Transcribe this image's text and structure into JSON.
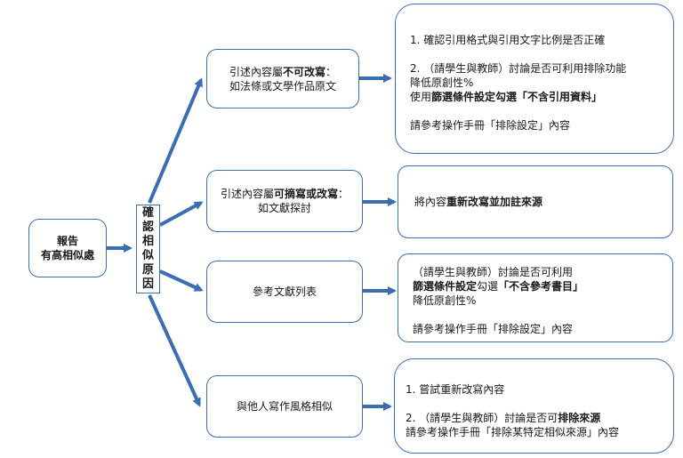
{
  "root": {
    "line1": "報告",
    "line2": "有高相似處"
  },
  "confirm": {
    "chars": [
      "確",
      "認",
      "相",
      "似",
      "原",
      "因"
    ]
  },
  "causes": [
    {
      "pre": "引述內容屬",
      "bold": "不可改寫",
      "post": "：",
      "line2": "如法條或文學作品原文"
    },
    {
      "pre": "引述內容屬",
      "bold": "可摘寫或改寫",
      "post": "：",
      "line2": "如文獻探討"
    },
    {
      "text": "參考文獻列表"
    },
    {
      "text": "與他人寫作風格相似"
    }
  ],
  "actions": {
    "a1": {
      "item1": "1. 確認引用格式與引用文字比例是否正確",
      "item2_line1": "2. （請學生與教師）討論是否可利用排除功能",
      "item2_line2": "降低原創性%",
      "item2_line3_pre": "使用",
      "item2_line3_bold": "篩選條件設定勾選「不含引用資料」",
      "note": "請參考操作手冊「排除設定」內容"
    },
    "a2": {
      "pre": "將內容",
      "bold": "重新改寫並加註來源"
    },
    "a3": {
      "line1": "（請學生與教師）討論是否可利用",
      "line2_bold1": "篩選條件設定",
      "line2_mid": "勾選",
      "line2_bold2": "「不含參考書目」",
      "line3": "降低原創性%",
      "note": "請參考操作手冊「排除設定」內容"
    },
    "a4": {
      "item1": "1. 嘗試重新改寫內容",
      "item2_pre": "2. （請學生與教師）討論是否可",
      "item2_bold": "排除來源",
      "note": "請參考操作手冊「排除某特定相似來源」內容"
    }
  },
  "colors": {
    "border": "#3b6db3",
    "arrow": "#3b6db3"
  }
}
